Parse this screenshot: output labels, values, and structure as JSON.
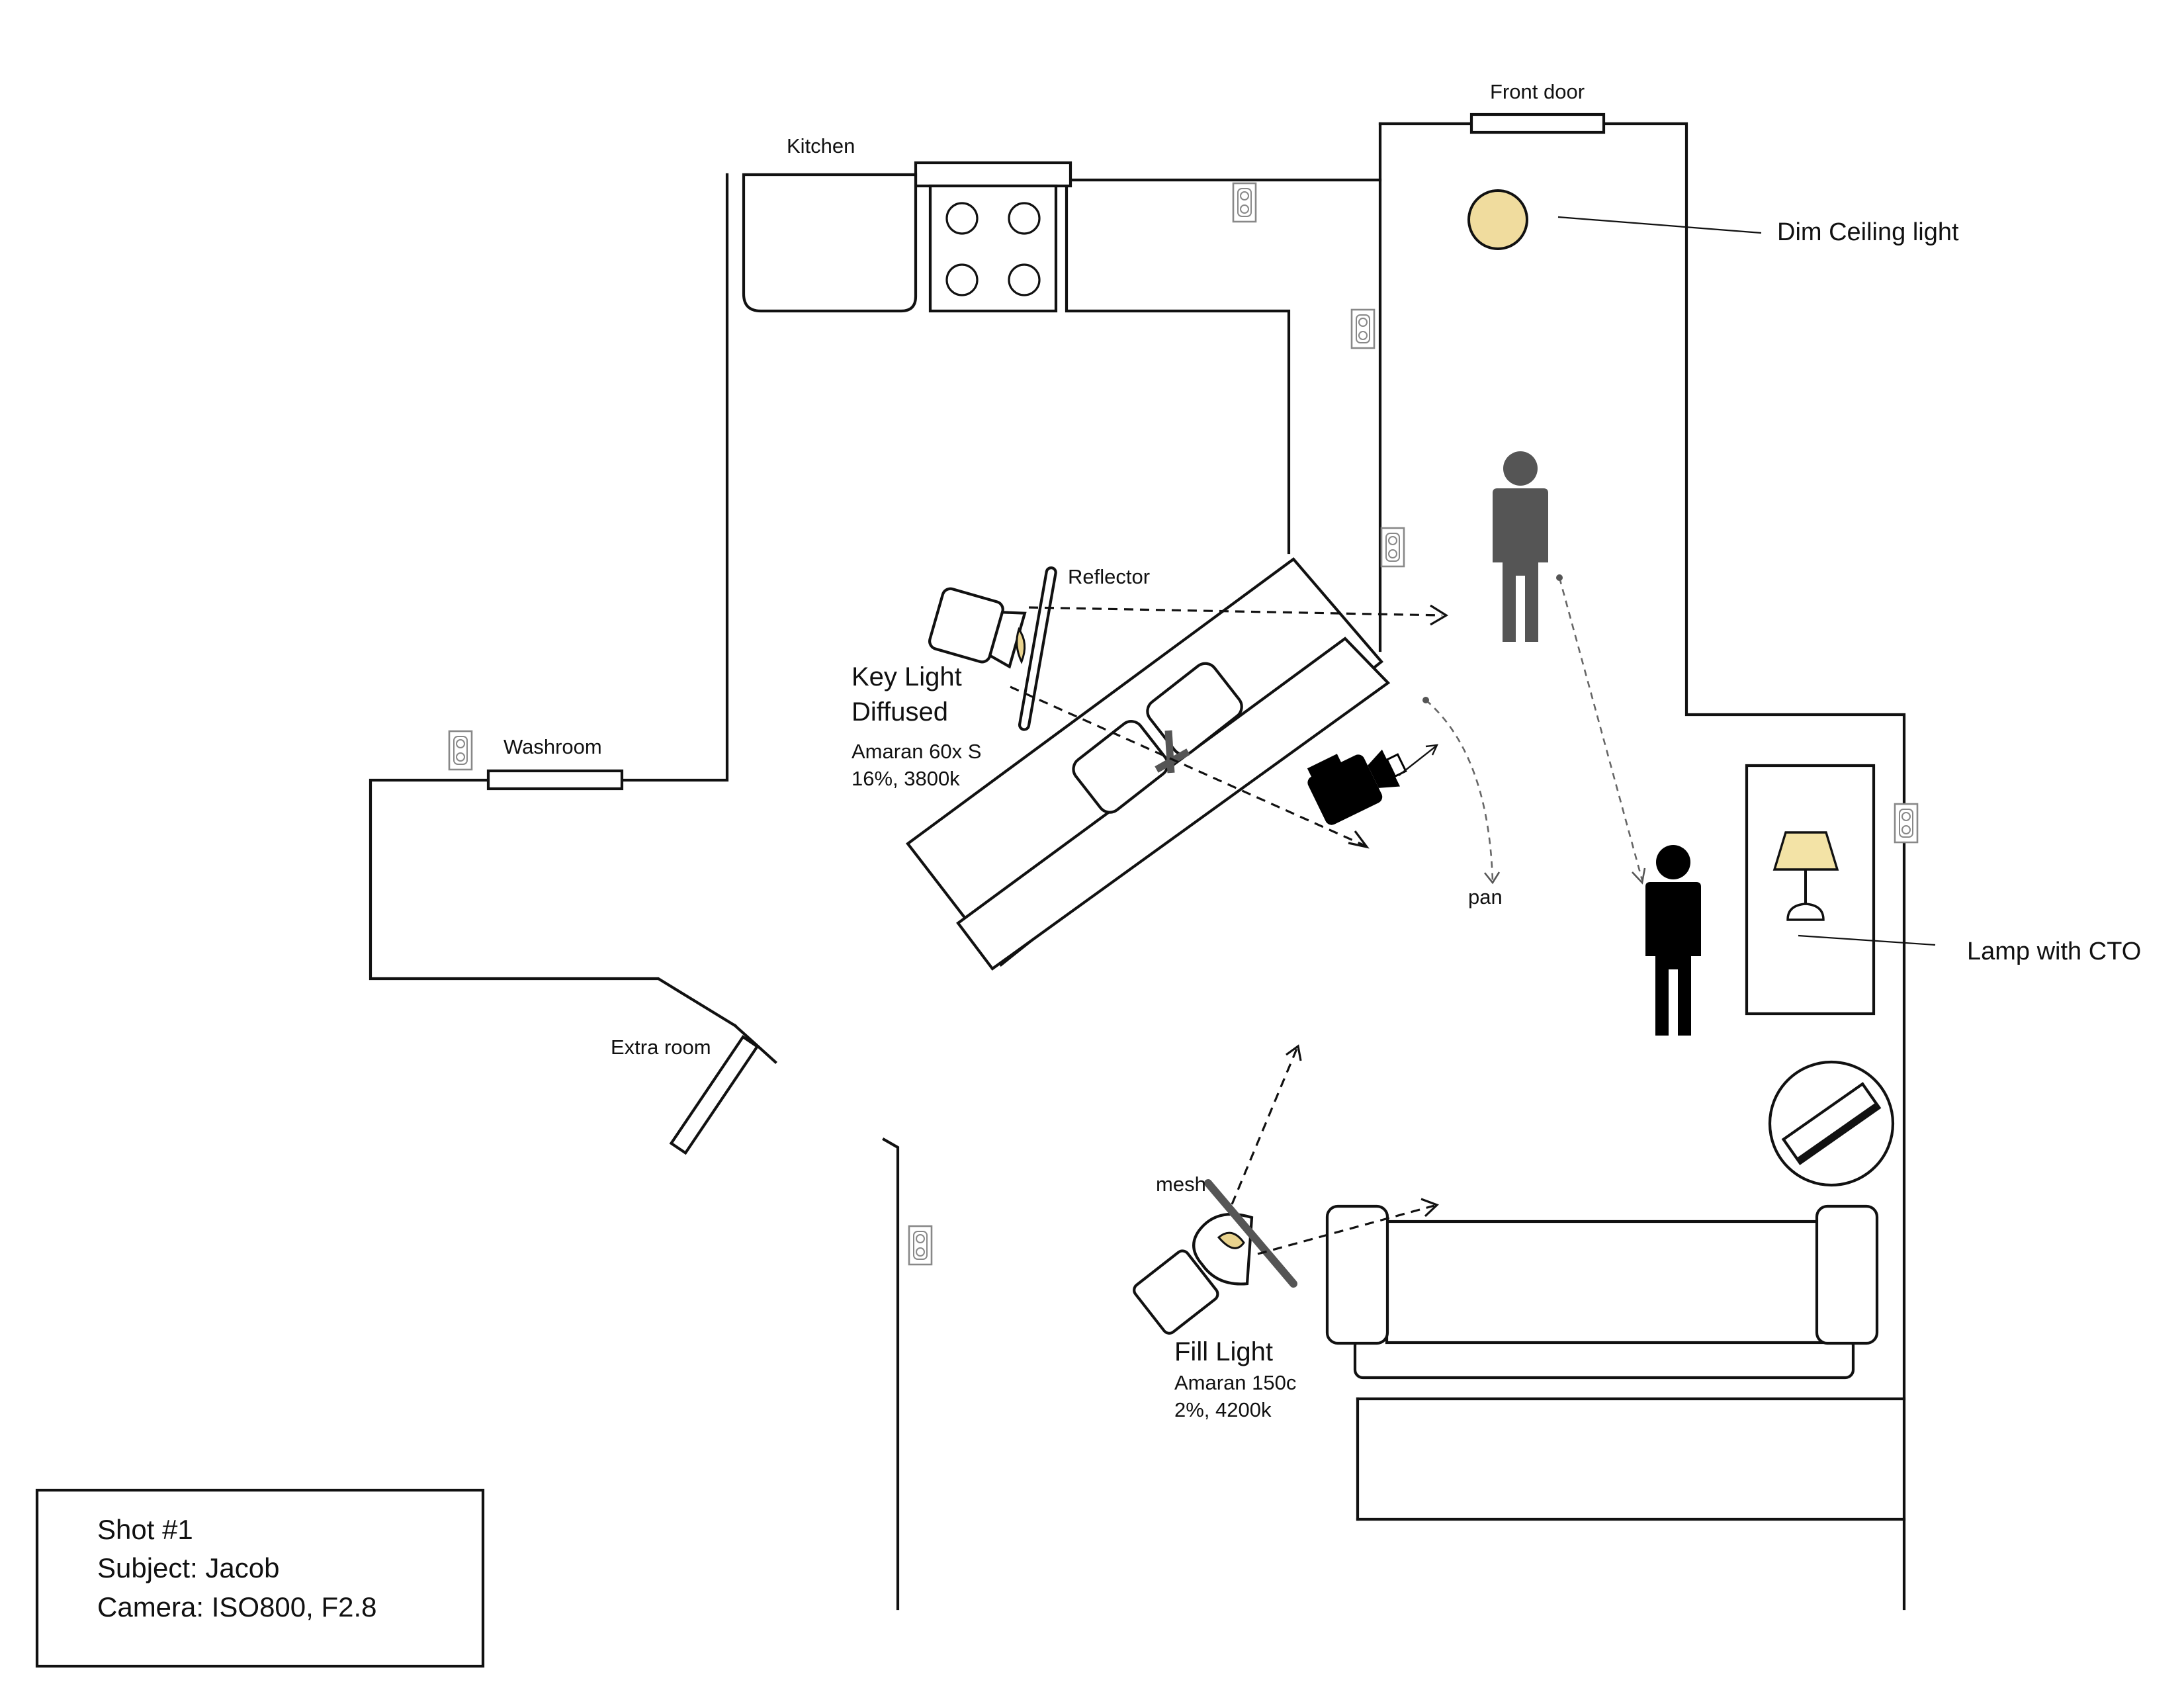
{
  "labels": {
    "kitchen": "Kitchen",
    "front_door": "Front door",
    "dim_ceiling_light": "Dim Ceiling light",
    "reflector": "Reflector",
    "key_light_line1": "Key Light",
    "key_light_line2": "Diffused",
    "key_light_model": "Amaran 60x S",
    "key_light_settings": "16%, 3800k",
    "washroom": "Washroom",
    "pan": "pan",
    "lamp_with_cto": "Lamp with CTO",
    "extra_room": "Extra room",
    "mesh": "mesh",
    "fill_light": "Fill Light",
    "fill_light_model": "Amaran 150c",
    "fill_light_settings": "2%, 4200k"
  },
  "shot_info": {
    "line1": "Shot #1",
    "line2": "Subject: Jacob",
    "line3": "Camera: ISO800, F2.8"
  },
  "colors": {
    "ceiling_light_fill": "#f0dc9e",
    "lamp_shade_fill": "#f3e3a6",
    "light_lens_fill": "#e9d38e",
    "person_far": "#555555",
    "person_near": "#000000",
    "camera_body": "#000000",
    "mesh_color": "#555555",
    "outlet_color": "#888888"
  },
  "icons": {
    "ceiling_light": "ceiling-light-icon",
    "key_light": "key-light-icon",
    "fill_light": "fill-light-icon",
    "camera": "camera-icon",
    "lamp": "lamp-icon",
    "person": "person-icon",
    "outlet": "outlet-icon",
    "stove": "stove-icon",
    "round_table": "round-table-icon"
  }
}
